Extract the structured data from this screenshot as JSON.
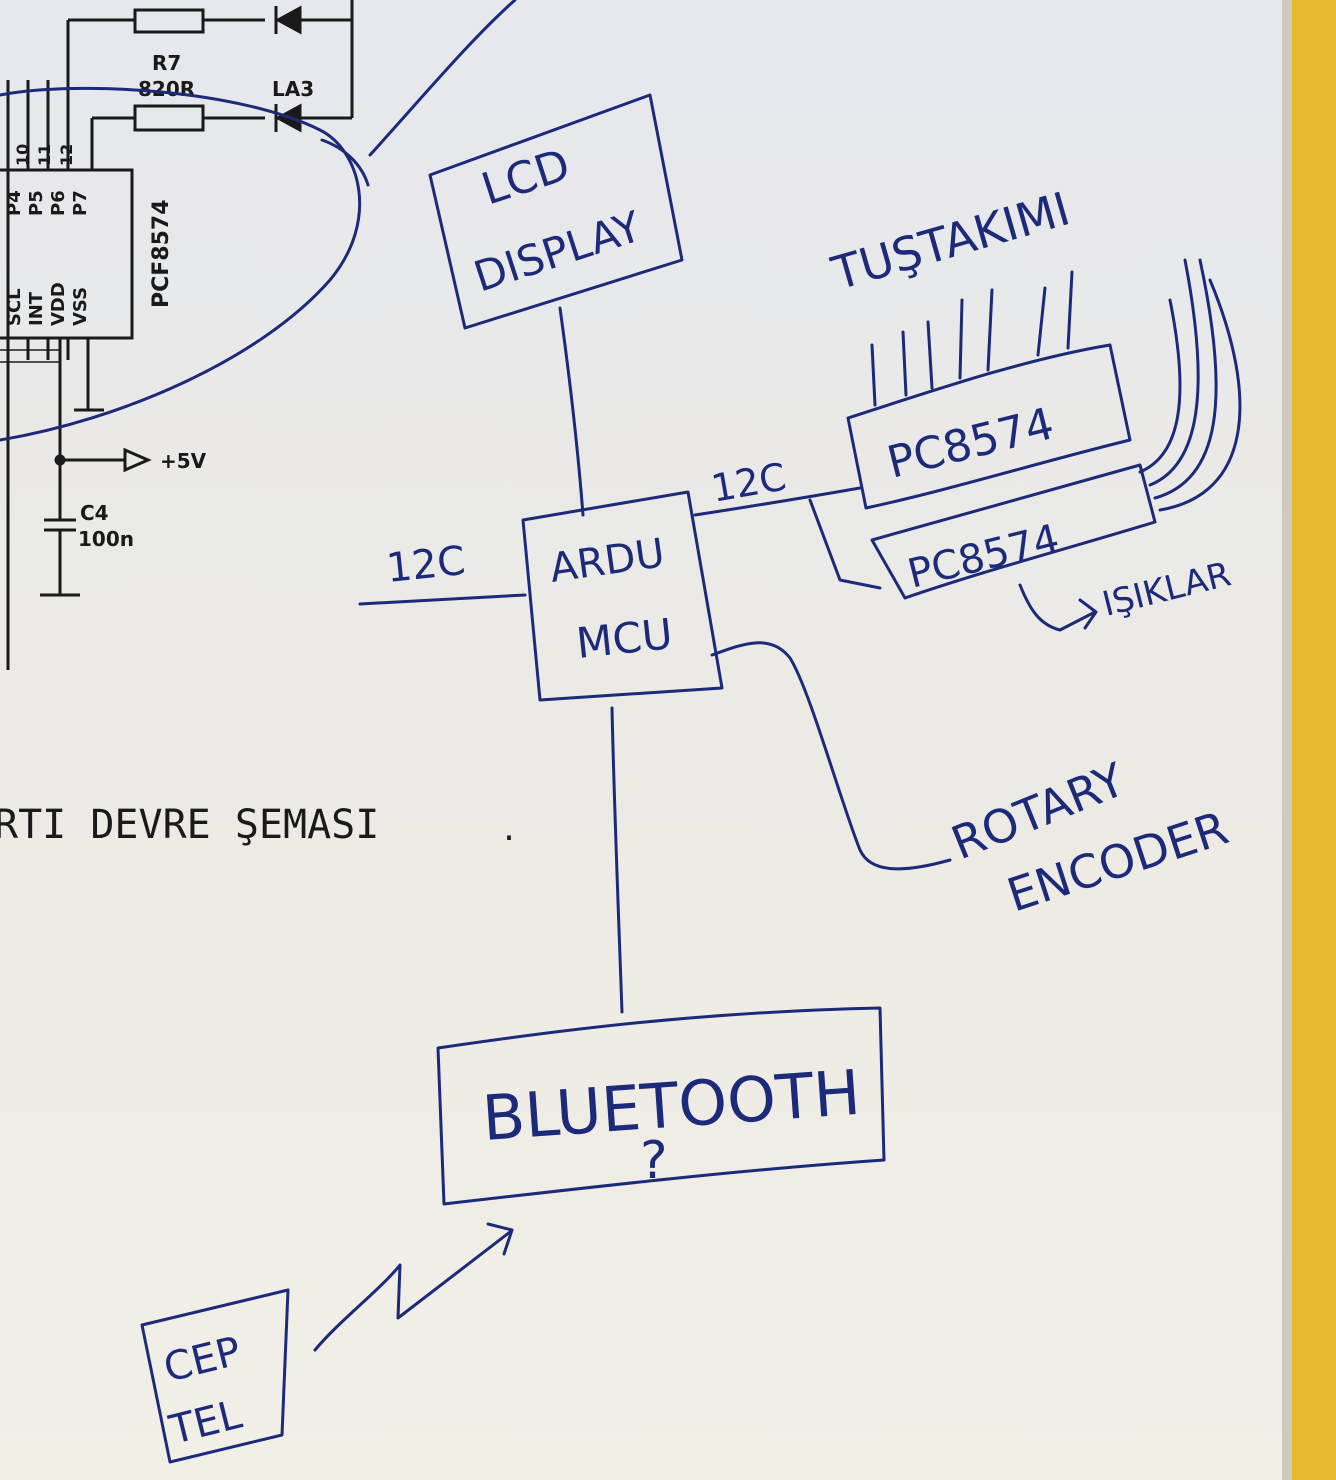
{
  "printed": {
    "caption": "RTI DEVRE ŞEMASI",
    "ic_name": "PCF8574",
    "ic_pins_top": [
      "P4",
      "P5",
      "P6",
      "P7"
    ],
    "ic_pins_left": [
      "SCL",
      "INT",
      "VDD",
      "VSS"
    ],
    "pin_numbers": [
      "10",
      "11",
      "12"
    ],
    "resistor_label": "R7",
    "resistor_value": "820R",
    "led_label": "LA3",
    "supply_label": "+5V",
    "cap_label": "C4",
    "cap_value": "100n"
  },
  "handwritten": {
    "lcd_line1": "LCD",
    "lcd_line2": "DISPLAY",
    "arduino_line1": "ARDU",
    "arduino_line2": "MCU",
    "i2c_left": "12C",
    "i2c_right": "12C",
    "keypad_label": "TUŞTAKIMI",
    "expander1": "PC8574",
    "expander2": "PC8574",
    "lights_label": "IŞIKLAR",
    "encoder_line1": "ROTARY",
    "encoder_line2": "ENCODER",
    "bluetooth": "BLUETOOTH",
    "question": "?",
    "phone_line1": "CEP",
    "phone_line2": "TEL"
  },
  "colors": {
    "paper": "#e9ebef",
    "ink": "#1c2a7a",
    "print": "#1a1a1a",
    "binder": "#e8b92a"
  }
}
